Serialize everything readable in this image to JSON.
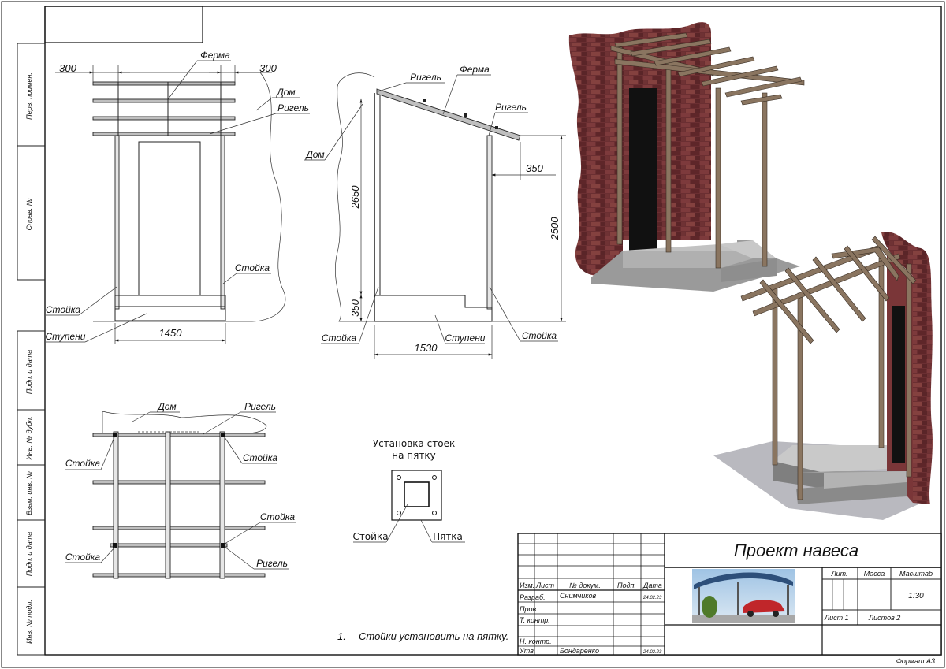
{
  "frame": {
    "side_labels": [
      "Перв. примен.",
      "Справ. №",
      "Подп. и дата",
      "Инв. № дубл.",
      "Взам. инв. №",
      "Подп. и дата",
      "Инв. № подл."
    ]
  },
  "front_view": {
    "dim_left": "300",
    "dim_right": "300",
    "dim_width": "1450",
    "label_truss": "Ферма",
    "label_house": "Дом",
    "label_girder": "Ригель",
    "label_post_right": "Стойка",
    "label_post_left": "Стойка",
    "label_steps": "Ступени"
  },
  "side_view": {
    "label_girder_top": "Ригель",
    "label_truss": "Ферма",
    "label_girder_right": "Ригель",
    "label_house": "Дом",
    "dim_height_left": "2650",
    "dim_overhang": "350",
    "dim_height_right": "2500",
    "dim_step_height": "350",
    "dim_depth": "1530",
    "label_post_left": "Стойка",
    "label_steps": "Ступени",
    "label_post_right": "Стойка"
  },
  "plan_view": {
    "label_house": "Дом",
    "label_girder_top": "Ригель",
    "label_post_tl": "Стойка",
    "label_post_tr": "Стойка",
    "label_post_mr": "Стойка",
    "label_post_bl": "Стойка",
    "label_girder_bottom": "Ригель"
  },
  "detail": {
    "title_line1": "Установка стоек",
    "title_line2": "на пятку",
    "label_post": "Стойка",
    "label_heel": "Пятка"
  },
  "note": {
    "number": "1.",
    "text": "Стойки установить на пятку."
  },
  "title_block": {
    "project_title": "Проект навеса",
    "col_izm": "Изм.",
    "col_list": "Лист",
    "col_doc": "№ докум.",
    "col_sign": "Подп.",
    "col_date": "Дата",
    "row_razrab": "Разраб.",
    "row_prov": "Пров.",
    "row_tkontr": "Т. контр.",
    "row_nkontr": "Н. контр.",
    "row_utv": "Утв.",
    "name_razrab": "Снимчиков",
    "date_razrab": "24.02.23",
    "name_utv": "Бондаренко",
    "date_utv": "24.02.23",
    "lit": "Лит.",
    "mass": "Масса",
    "scale_label": "Масштаб",
    "scale_value": "1:30",
    "sheet": "Лист 1",
    "sheets": "Листов 2",
    "format": "Формат А3"
  },
  "colors": {
    "brick": "#6b2f32",
    "brick_mortar": "#3a1a1c",
    "wood": "#8a7560",
    "concrete": "#9a9a9a",
    "ground": "#b9b9bf",
    "line": "#222222"
  }
}
